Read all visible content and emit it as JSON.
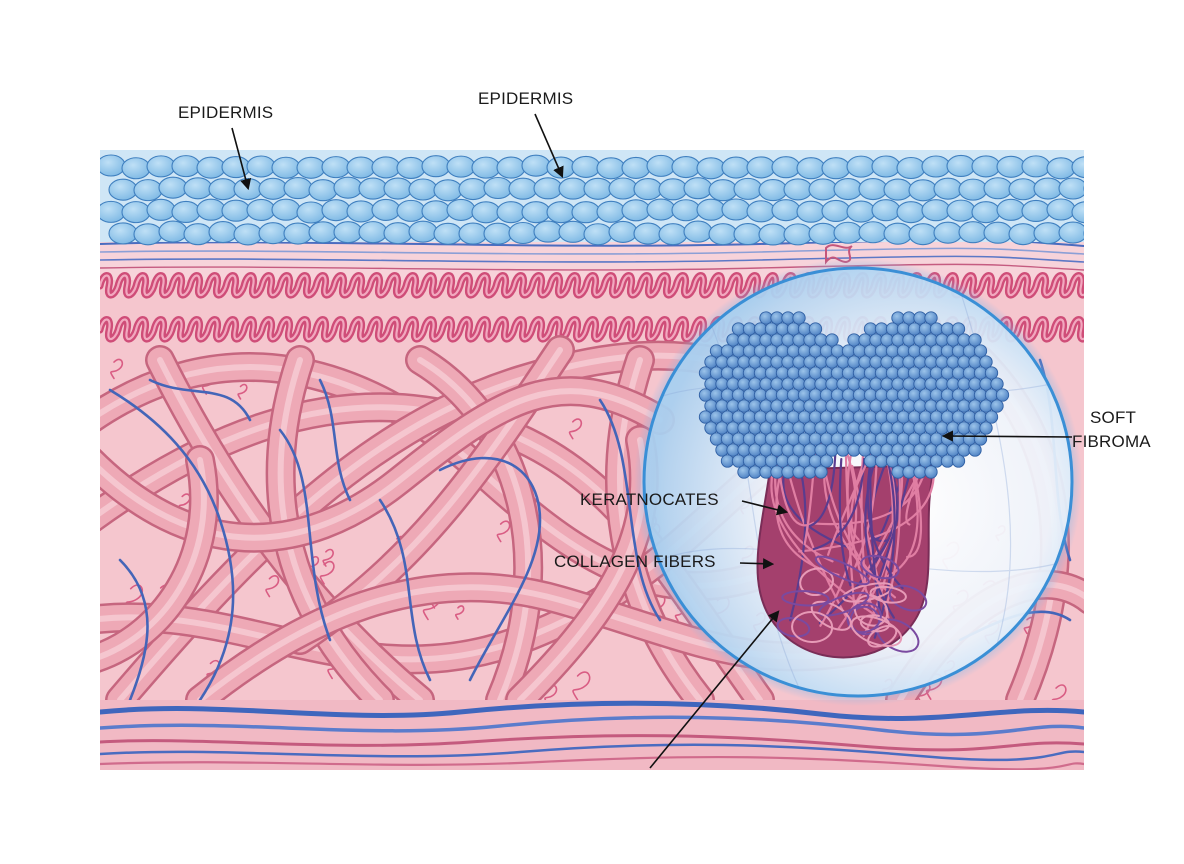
{
  "labels": {
    "epidermis_left": "EPIDERMIS",
    "epidermis_center": "EPIDERMIS",
    "soft_fibroma_line1": "SOFT",
    "soft_fibroma_line2": "FIBROMA",
    "keratinocytes": "KERATNOCATES",
    "collagen_fibers": "COLLAGEN FIBERS"
  },
  "colors": {
    "epidermis_cell": "#8cc4ea",
    "epidermis_outline": "#3f7fbf",
    "dermis_background": "#f4c4cc",
    "papillae": "#cf4d78",
    "collagen_fiber": "#eea9b6",
    "collagen_edge": "#c6667f",
    "vessel": "#4465b8",
    "lens_ring": "#3a8fd6",
    "fibroma_cells": "#5f93cf"
  },
  "icons": {
    "lens": "magnifier-circle",
    "arrows": "arrow-icon"
  }
}
